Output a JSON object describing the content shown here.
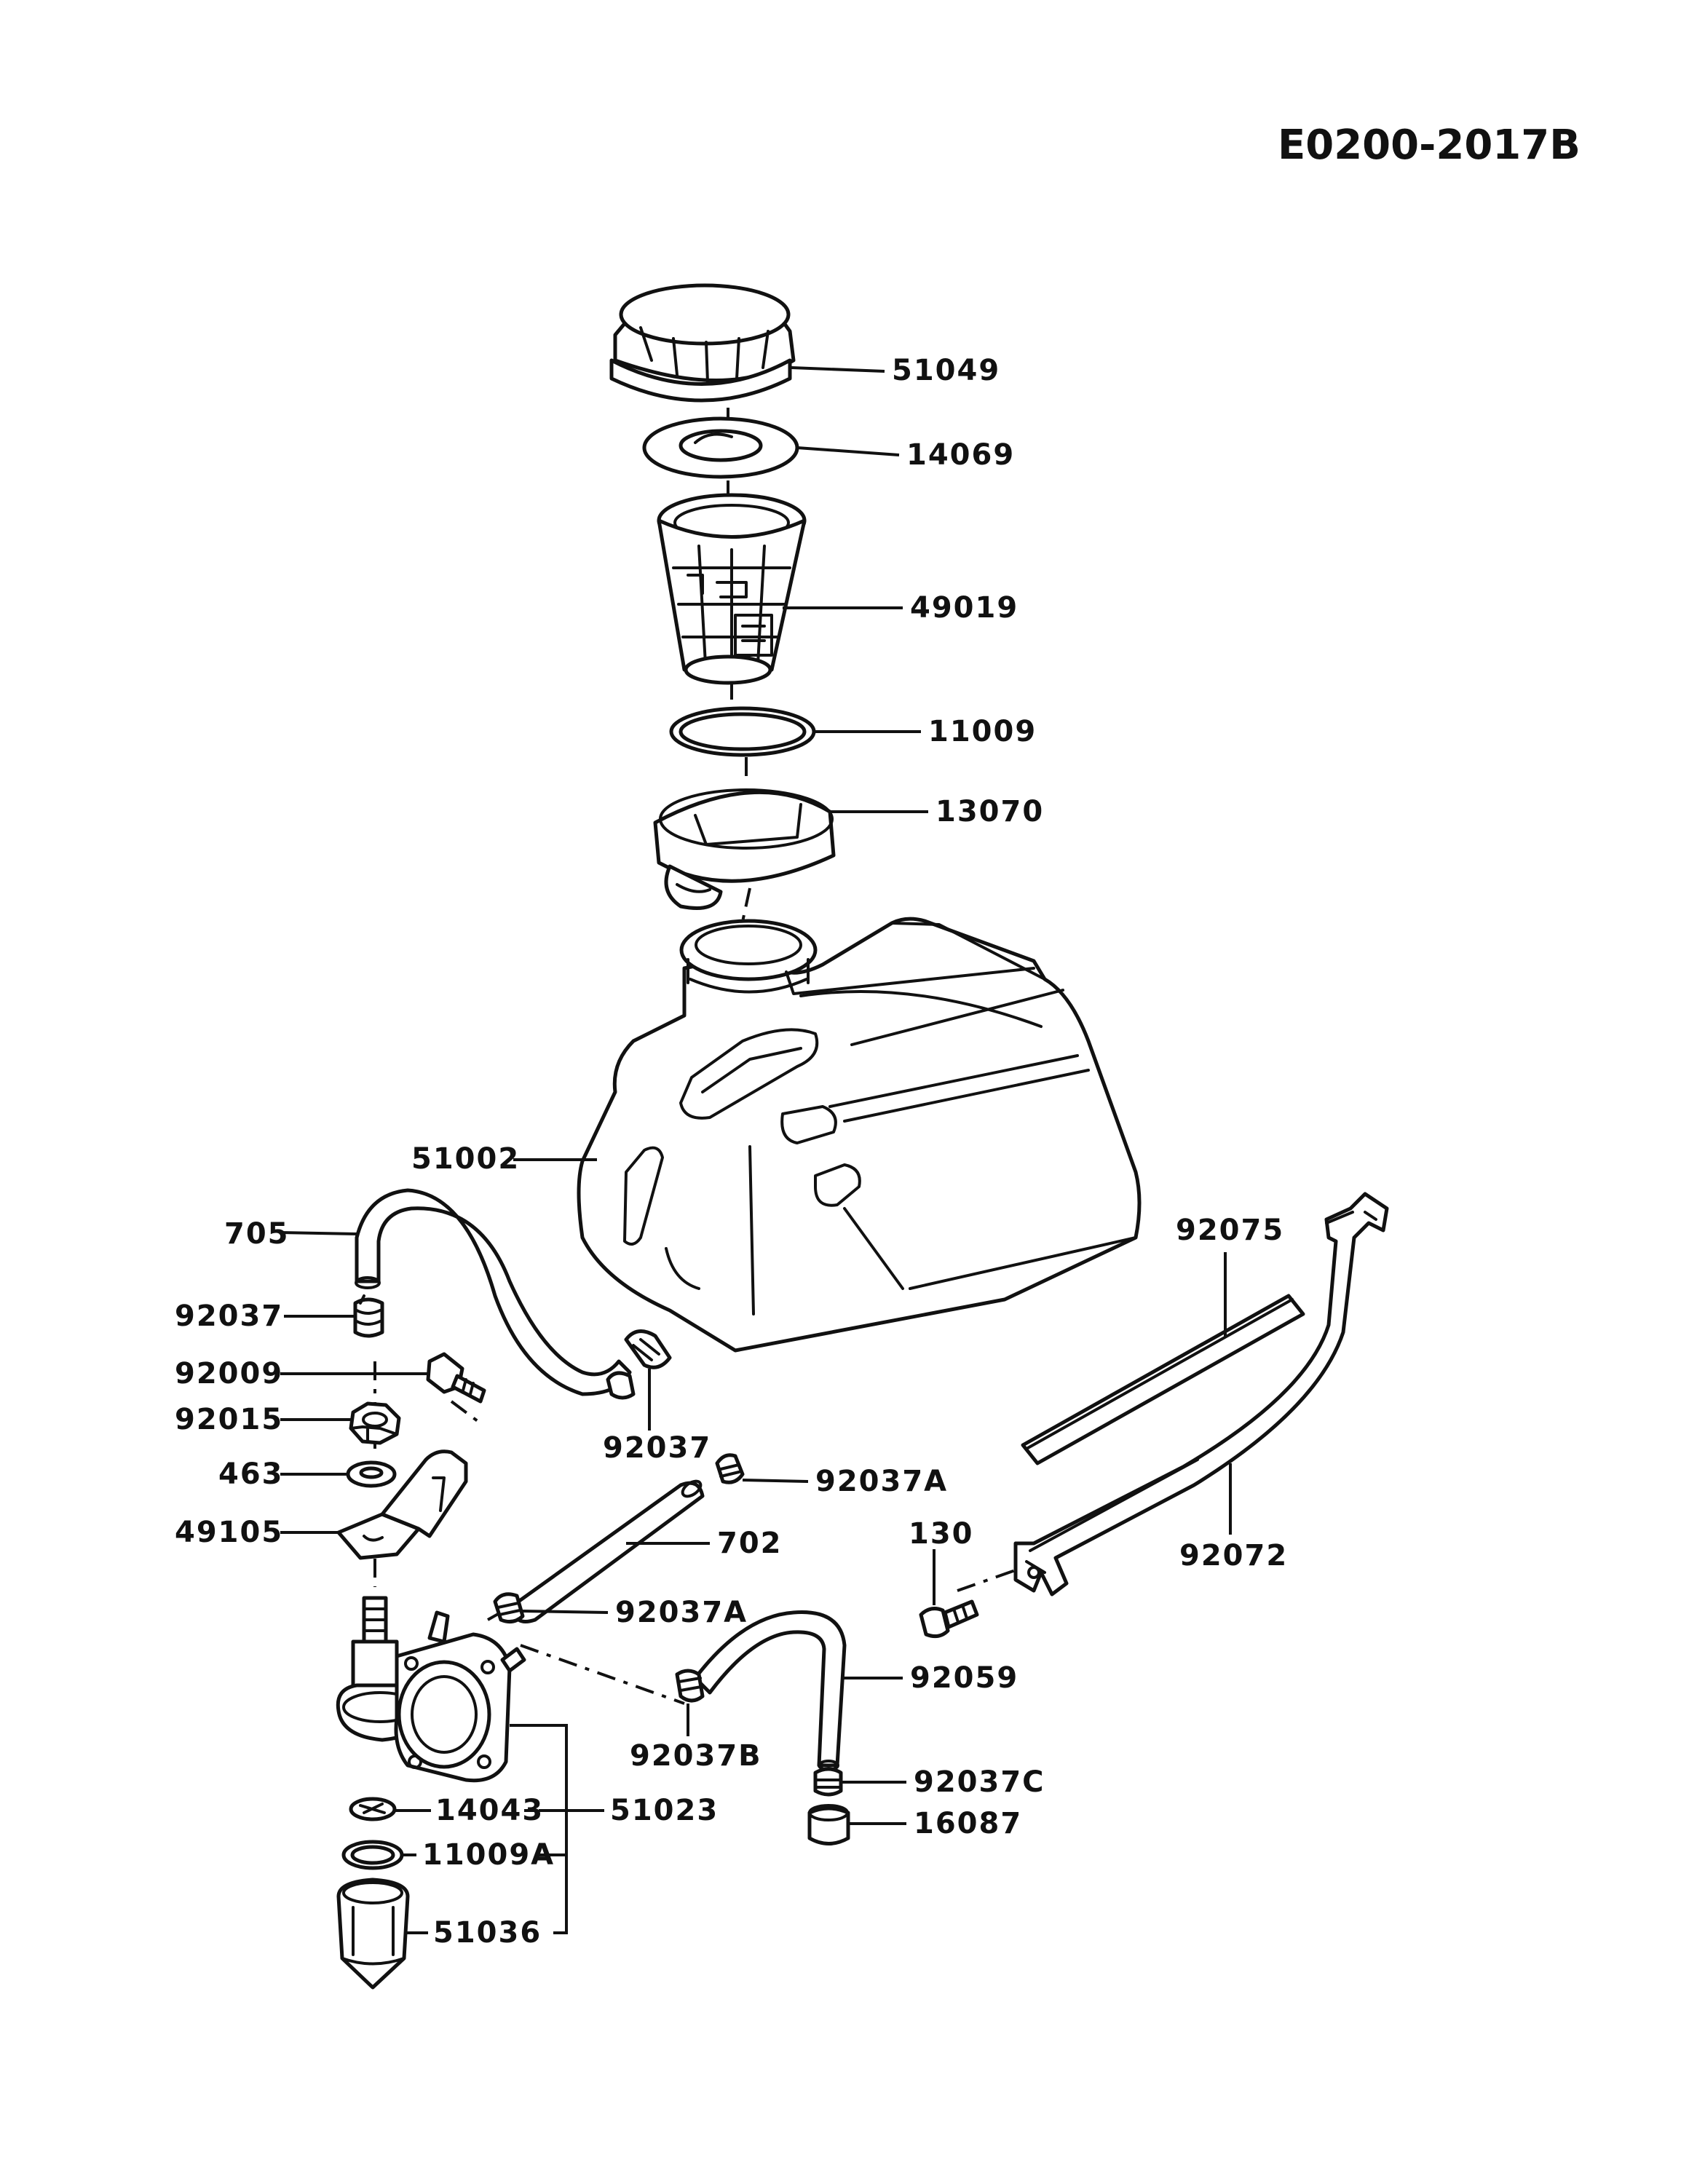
{
  "diagram_code": "E0200-2017B",
  "labels": {
    "cap": "51049",
    "gasket_cap": "14069",
    "strainer": "49019",
    "seal": "11009",
    "collar": "13070",
    "tank": "51002",
    "hose_705": "705",
    "clamp_92037_top": "92037",
    "bolt_92009": "92009",
    "nut_92015": "92015",
    "washer_463": "463",
    "bracket_49105": "49105",
    "clamp_92037_tank": "92037",
    "clamp_92037a_top": "92037A",
    "hose_702": "702",
    "clamp_92037a_mid": "92037A",
    "hose_92059": "92059",
    "clamp_92037b": "92037B",
    "clamp_92037c": "92037C",
    "cap_16087": "16087",
    "gasket_14043": "14043",
    "pump_51023": "51023",
    "oring_11009a": "11009A",
    "cup_51036": "51036",
    "pad_92075": "92075",
    "band_92072": "92072",
    "bolt_130": "130"
  }
}
